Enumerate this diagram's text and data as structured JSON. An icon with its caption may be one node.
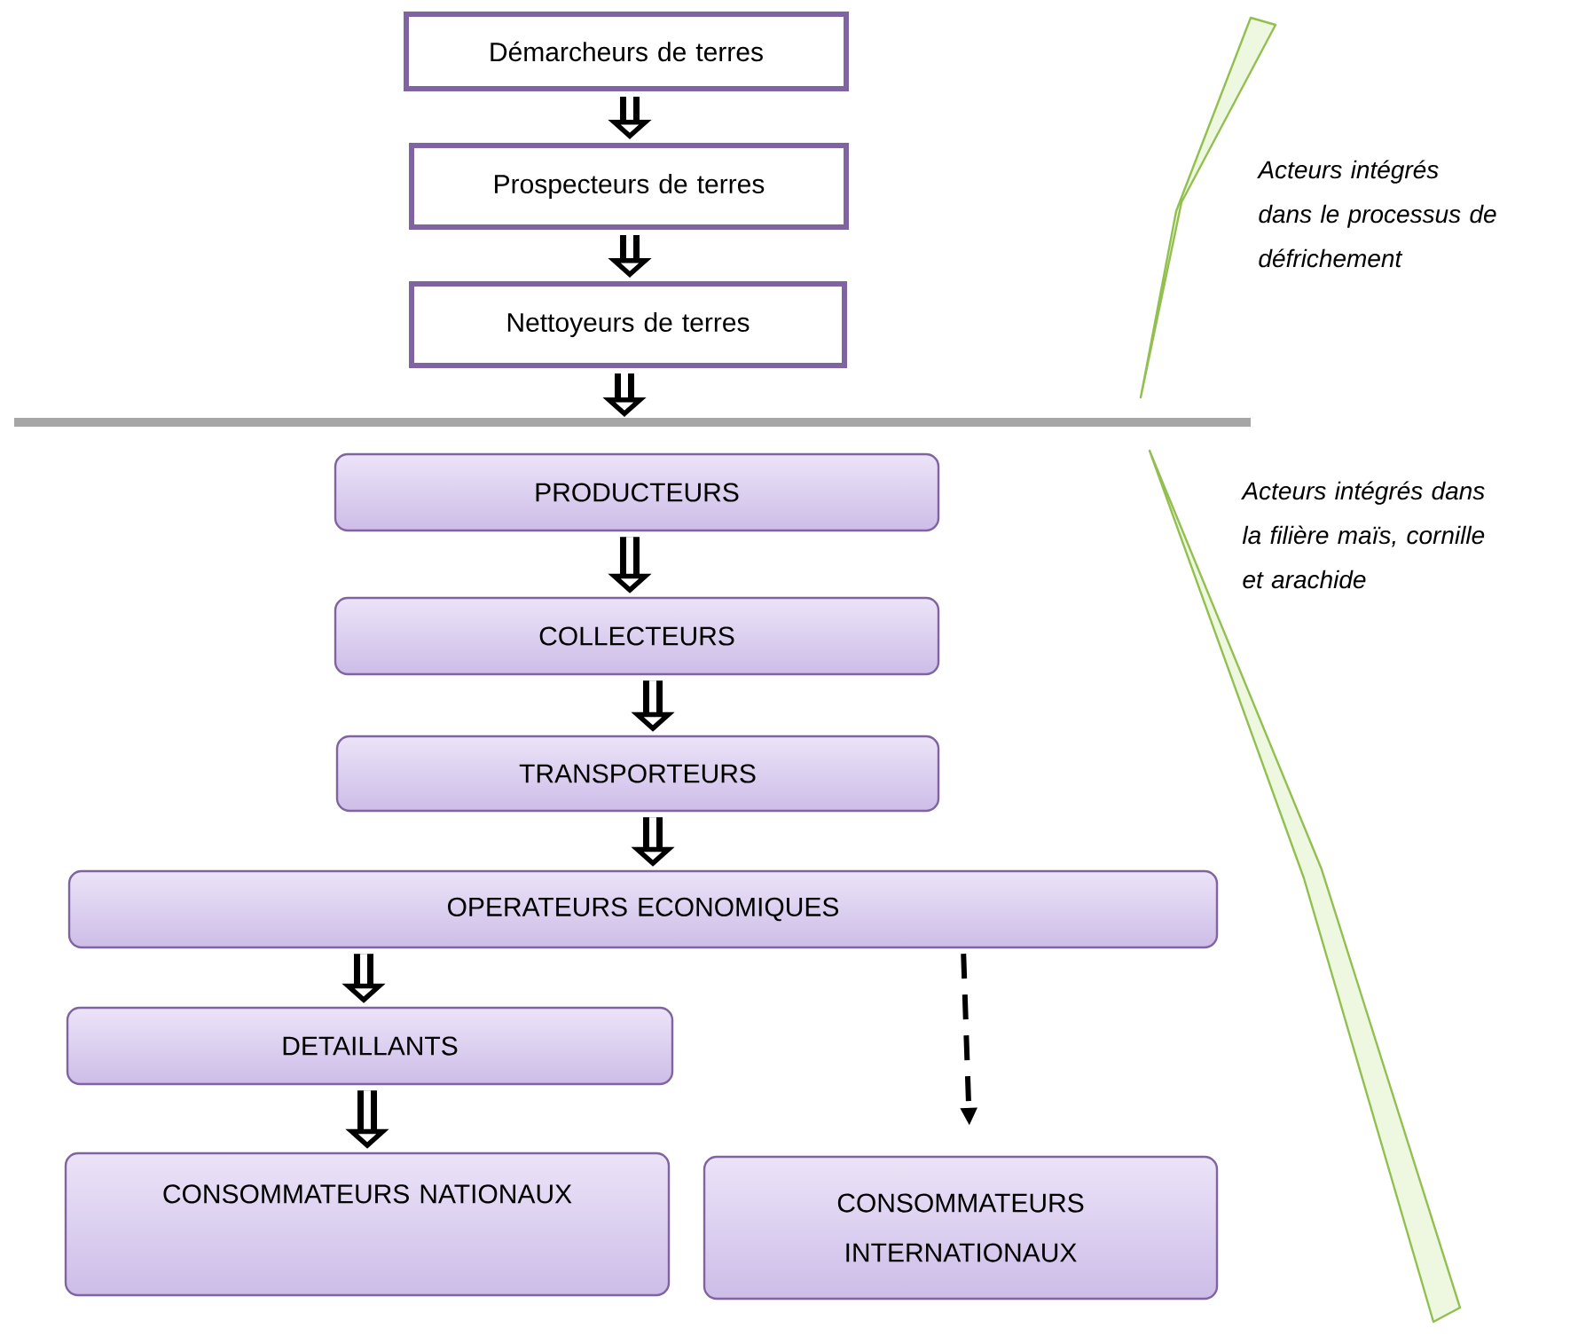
{
  "diagram": {
    "nodes": [
      {
        "text": [
          "Démarcheurs de terres"
        ]
      },
      {
        "text": [
          "Prospecteurs de terres"
        ]
      },
      {
        "text": [
          "Nettoyeurs de terres"
        ]
      },
      {
        "text": [
          "PRODUCTEURS"
        ]
      },
      {
        "text": [
          "COLLECTEURS"
        ]
      },
      {
        "text": [
          "TRANSPORTEURS"
        ]
      },
      {
        "text": [
          "OPERATEURS ECONOMIQUES"
        ]
      },
      {
        "text": [
          "DETAILLANTS"
        ]
      },
      {
        "text": [
          "CONSOMMATEURS NATIONAUX"
        ]
      },
      {
        "text": [
          "CONSOMMATEURS INTERNATIONAUX"
        ]
      }
    ],
    "edges": [
      {
        "from": 0,
        "to": 1,
        "arrow": "to"
      },
      {
        "from": 1,
        "to": 2,
        "arrow": "to"
      },
      {
        "from": 2,
        "to": null,
        "arrow": "to"
      },
      {
        "from": 3,
        "to": 4,
        "arrow": "to"
      },
      {
        "from": 4,
        "to": 5,
        "arrow": "to"
      },
      {
        "from": 5,
        "to": 6,
        "arrow": "to"
      },
      {
        "from": 6,
        "to": 7,
        "arrow": "to"
      },
      {
        "from": 7,
        "to": 8,
        "arrow": "to"
      },
      {
        "from": 6,
        "to": 9,
        "arrow": "to",
        "style": "dashed"
      }
    ],
    "labels": [
      "Acteurs intégrés dans le processus de défrichement",
      "Acteurs intégrés dans la filière maïs, cornille et arachide"
    ]
  }
}
